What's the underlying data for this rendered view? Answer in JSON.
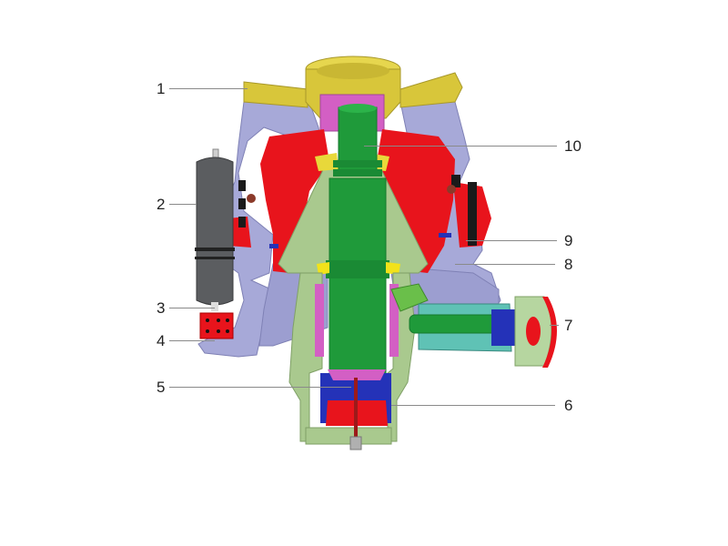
{
  "diagram": {
    "subject": "Cone crusher cutaway",
    "colors": {
      "frame": "#a7a9d8",
      "frame_dark": "#8c8ec4",
      "mantle_shaft": "#1f9a3a",
      "concave_liner": "#e8141c",
      "adjustment_ring": "#d8c63a",
      "head_cone": "#a9c98e",
      "bushing": "#d35fc4",
      "blue_parts": "#2432b8",
      "accumulator": "#5b5d60",
      "countershaft_housing": "#5fc2b5",
      "bolts": "#1a1a1a"
    },
    "callouts": [
      {
        "number": "1"
      },
      {
        "number": "2"
      },
      {
        "number": "3"
      },
      {
        "number": "4"
      },
      {
        "number": "5"
      },
      {
        "number": "6"
      },
      {
        "number": "7"
      },
      {
        "number": "8"
      },
      {
        "number": "9"
      },
      {
        "number": "10"
      }
    ]
  }
}
